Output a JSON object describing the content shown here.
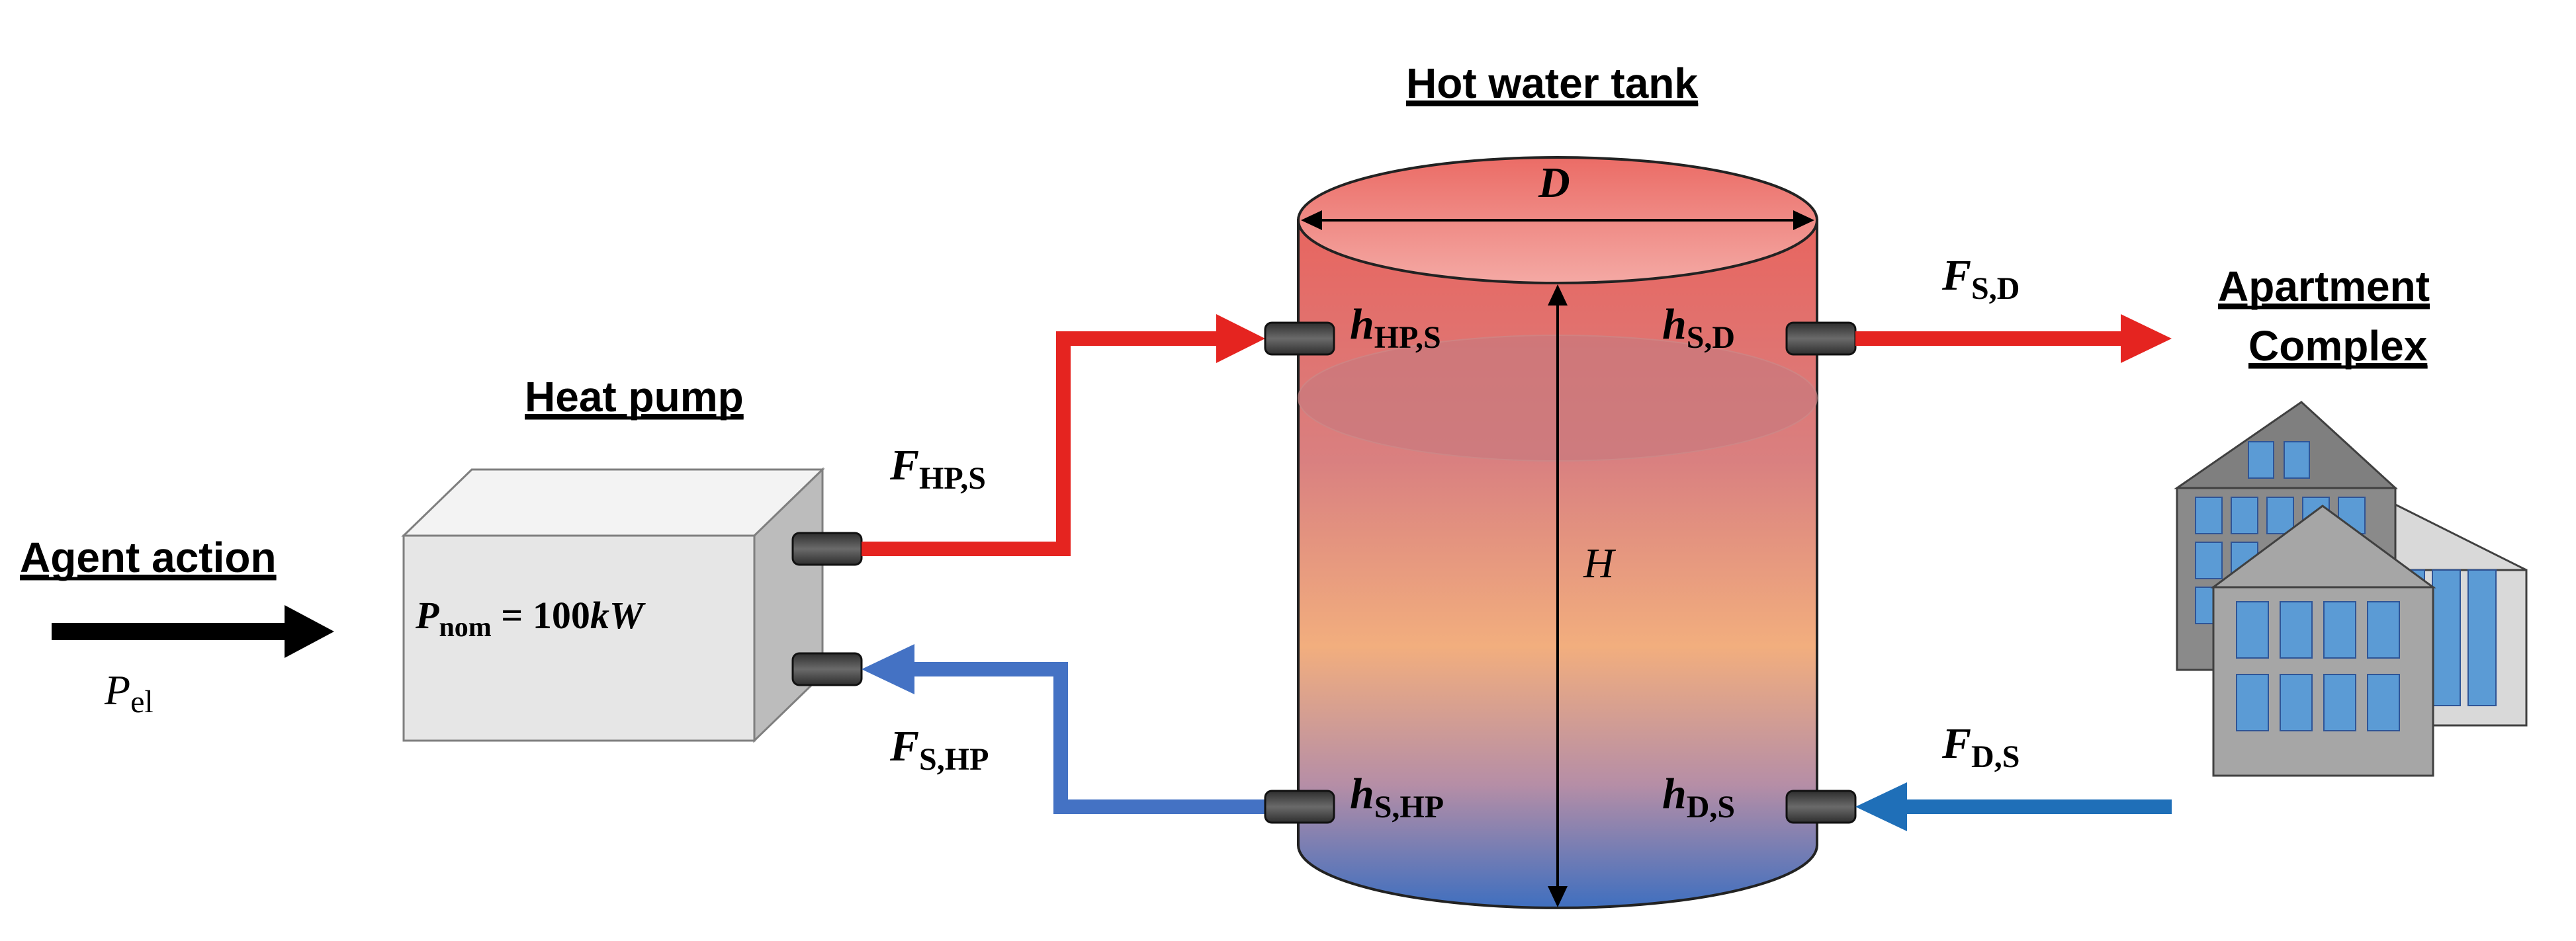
{
  "labels": {
    "agent_action": "Agent action",
    "heat_pump": "Heat pump",
    "hot_water_tank": "Hot water tank",
    "apartment_line1": "Apartment ",
    "apartment_line2": "Complex"
  },
  "symbols": {
    "p_el": {
      "main": "P",
      "sub": "el"
    },
    "p_nom": {
      "main": "P",
      "sub": "nom",
      "rest": " = 100",
      "unit": "kW"
    },
    "diameter": "D",
    "height": "H",
    "f_hp_s": {
      "main": "F",
      "sub": "HP,S"
    },
    "f_s_hp": {
      "main": "F",
      "sub": "S,HP"
    },
    "f_s_d": {
      "main": "F",
      "sub": "S,D"
    },
    "f_d_s": {
      "main": "F",
      "sub": "D,S"
    },
    "h_hp_s": {
      "main": "h",
      "sub": "HP,S"
    },
    "h_s_hp": {
      "main": "h",
      "sub": "S,HP"
    },
    "h_s_d": {
      "main": "h",
      "sub": "S,D"
    },
    "h_d_s": {
      "main": "h",
      "sub": "D,S"
    }
  },
  "colors": {
    "hot_pipe": "#e52420",
    "cold_pipe": "#4472c4",
    "cold_pipe_right": "#1f6fb8",
    "tank_top": "#e8655f",
    "tank_mid": "#f2ae7e",
    "tank_bottom": "#3f6fbf",
    "heat_pump_box": "#e6e6e6",
    "building_dark": "#7f7f7f",
    "building_light": "#d9d9d9",
    "window": "#5b9bd5"
  }
}
